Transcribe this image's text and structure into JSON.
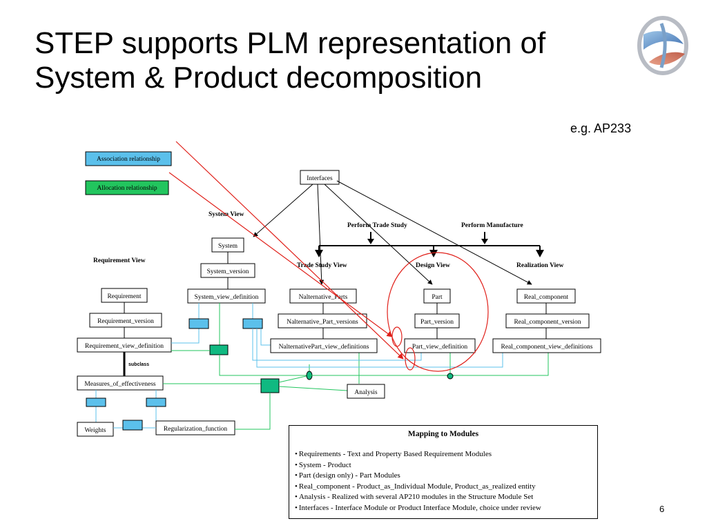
{
  "slide": {
    "title_line1": "STEP supports PLM representation of",
    "title_line2": "System & Product decomposition",
    "subtitle": "e.g. AP233",
    "page_number": "6"
  },
  "legend": {
    "association": "Association relationship",
    "allocation": "Allocation relationship"
  },
  "headings": {
    "system_view": "System View",
    "requirement_view": "Requirement View",
    "trade_study_view": "Trade Study View",
    "design_view": "Design View",
    "realization_view": "Realization View",
    "perform_trade_study": "Perform Trade Study",
    "perform_manufacture": "Perform Manufacture",
    "subclass": "subclass"
  },
  "nodes": {
    "interfaces": "Interfaces",
    "system": "System",
    "system_version": "System_version",
    "system_view_definition": "System_view_definition",
    "requirement": "Requirement",
    "requirement_version": "Requirement_version",
    "requirement_view_definition": "Requirement_view_definition",
    "measures_of_effectiveness": "Measures_of_effectiveness",
    "weights": "Weights",
    "regularization_function": "Regularization_function",
    "nalternative_parts": "Nalternative_Parts",
    "nalternative_part_versions": "Nalternative_Part_versions",
    "nalternative_part_view_definitions": "NalternativePart_view_definitions",
    "part": "Part",
    "part_version": "Part_version",
    "part_view_definition": "Part_view_definition",
    "real_component": "Real_component",
    "real_component_version": "Real_component_version",
    "real_component_view_definitions": "Real_component_view_definitions",
    "analysis": "Analysis"
  },
  "mapping": {
    "title": "Mapping to Modules",
    "items": [
      "Requirements - Text and Property Based Requirement Modules",
      "System - Product",
      "Part (design only) - Part Modules",
      "Real_component - Product_as_Individual Module, Product_as_realized entity",
      "Analysis - Realized with several AP210 modules in the Structure Module Set",
      "Interfaces - Interface Module or Product Interface Module, choice under review"
    ]
  },
  "colors": {
    "association": "#5bc0eb",
    "allocation": "#22c55e",
    "allocation_dark": "#10b981",
    "highlight": "#e0201a"
  }
}
